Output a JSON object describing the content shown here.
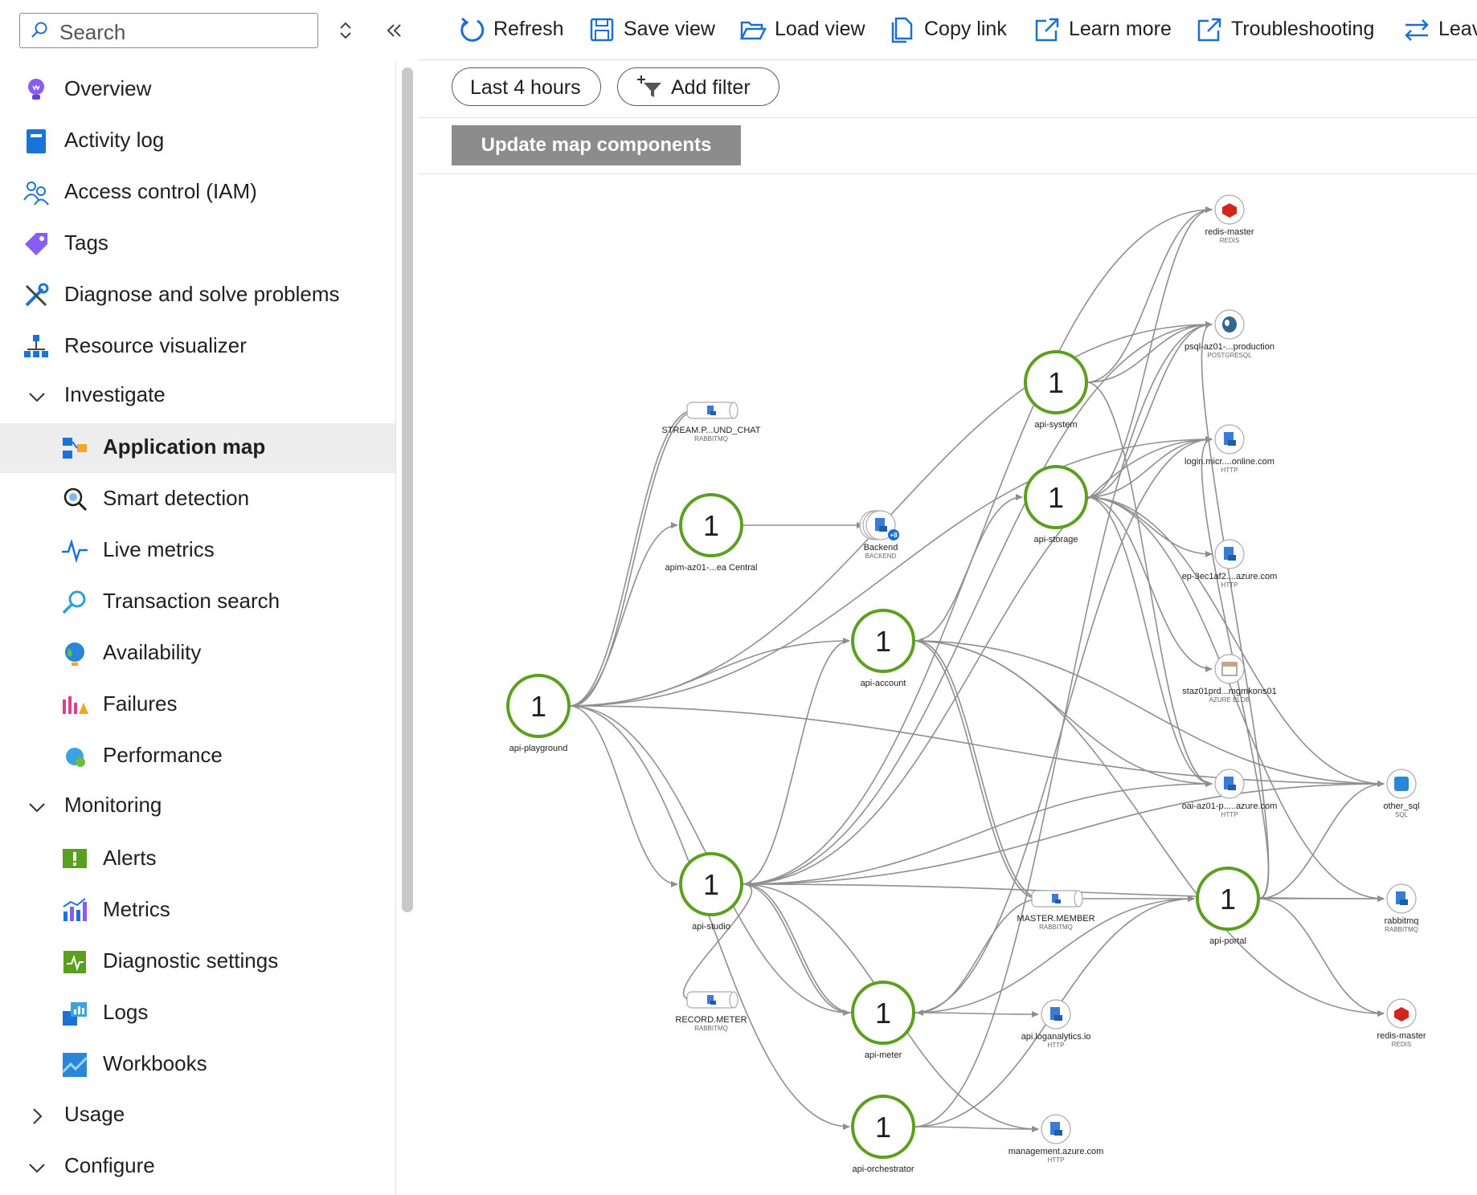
{
  "search": {
    "placeholder": "Search"
  },
  "sidebar": {
    "items": [
      {
        "label": "Overview",
        "icon": "lightbulb-icon"
      },
      {
        "label": "Activity log",
        "icon": "log-book-icon"
      },
      {
        "label": "Access control (IAM)",
        "icon": "people-icon"
      },
      {
        "label": "Tags",
        "icon": "tag-icon"
      },
      {
        "label": "Diagnose and solve problems",
        "icon": "wrench-icon"
      },
      {
        "label": "Resource visualizer",
        "icon": "hierarchy-icon"
      }
    ],
    "groups": [
      {
        "label": "Investigate",
        "expanded": true,
        "items": [
          {
            "label": "Application map",
            "icon": "app-map-icon",
            "active": true
          },
          {
            "label": "Smart detection",
            "icon": "smart-detection-icon"
          },
          {
            "label": "Live metrics",
            "icon": "pulse-icon"
          },
          {
            "label": "Transaction search",
            "icon": "search-icon"
          },
          {
            "label": "Availability",
            "icon": "globe-icon"
          },
          {
            "label": "Failures",
            "icon": "failures-icon"
          },
          {
            "label": "Performance",
            "icon": "performance-icon"
          }
        ]
      },
      {
        "label": "Monitoring",
        "expanded": true,
        "items": [
          {
            "label": "Alerts",
            "icon": "alert-icon"
          },
          {
            "label": "Metrics",
            "icon": "metrics-icon"
          },
          {
            "label": "Diagnostic settings",
            "icon": "diagnostic-icon"
          },
          {
            "label": "Logs",
            "icon": "logs-icon"
          },
          {
            "label": "Workbooks",
            "icon": "workbooks-icon"
          }
        ]
      },
      {
        "label": "Usage",
        "expanded": false,
        "items": []
      },
      {
        "label": "Configure",
        "expanded": true,
        "items": []
      }
    ]
  },
  "toolbar": {
    "buttons": [
      {
        "label": "Refresh",
        "icon": "refresh-icon"
      },
      {
        "label": "Save view",
        "icon": "save-icon"
      },
      {
        "label": "Load view",
        "icon": "folder-open-icon"
      },
      {
        "label": "Copy link",
        "icon": "copy-icon"
      },
      {
        "label": "Learn more",
        "icon": "external-link-icon"
      },
      {
        "label": "Troubleshooting",
        "icon": "external-link-icon"
      },
      {
        "label": "Leave",
        "icon": "swap-icon"
      }
    ]
  },
  "filters": {
    "time_range": "Last 4 hours",
    "add_filter": "Add filter"
  },
  "update_button": "Update map components",
  "map": {
    "colors": {
      "healthy_ring": "#5aa01e",
      "edge": "#8f8f8f",
      "redis": "#d3261a",
      "service": "#3a7bd5"
    },
    "apps": [
      {
        "id": "api-playground",
        "count": "1",
        "label": "api-playground"
      },
      {
        "id": "apim",
        "count": "1",
        "label": "apim-az01-...ea Central"
      },
      {
        "id": "api-account",
        "count": "1",
        "label": "api-account"
      },
      {
        "id": "api-system",
        "count": "1",
        "label": "api-system"
      },
      {
        "id": "api-storage",
        "count": "1",
        "label": "api-storage"
      },
      {
        "id": "api-studio",
        "count": "1",
        "label": "api-studio"
      },
      {
        "id": "api-meter",
        "count": "1",
        "label": "api-meter"
      },
      {
        "id": "api-orchestrator",
        "count": "1",
        "label": "api-orchestrator"
      },
      {
        "id": "api-portal",
        "count": "1",
        "label": "api-portal"
      }
    ],
    "dependencies": [
      {
        "id": "redis1",
        "label": "redis-master",
        "type": "REDIS",
        "icon": "redis-icon"
      },
      {
        "id": "psql",
        "label": "psql-az01-...production",
        "type": "POSTGRESQL",
        "icon": "postgresql-icon"
      },
      {
        "id": "login",
        "label": "login.micr....online.com",
        "type": "HTTP",
        "icon": "http-icon"
      },
      {
        "id": "ep",
        "label": "ep-3ec1af2....azure.com",
        "type": "HTTP",
        "icon": "http-icon"
      },
      {
        "id": "blob",
        "label": "staz01prd...mgmkons01",
        "type": "AZURE BLOB",
        "icon": "blob-icon"
      },
      {
        "id": "oai",
        "label": "oai-az01-p.....azure.com",
        "type": "HTTP",
        "icon": "http-icon"
      },
      {
        "id": "othersql",
        "label": "other_sql",
        "type": "SQL",
        "icon": "sql-icon"
      },
      {
        "id": "rabbitmq",
        "label": "rabbitmq",
        "type": "RABBITMQ",
        "icon": "rabbitmq-icon"
      },
      {
        "id": "redis2",
        "label": "redis-master",
        "type": "REDIS",
        "icon": "redis-icon"
      },
      {
        "id": "loganalytics",
        "label": "api.loganalytics.io",
        "type": "HTTP",
        "icon": "http-icon"
      },
      {
        "id": "mgmt",
        "label": "management.azure.com",
        "type": "HTTP",
        "icon": "http-icon"
      },
      {
        "id": "backend",
        "label": "Backend",
        "type": "BACKEND",
        "badge": "+8",
        "icon": "backend-icon"
      }
    ],
    "queues": [
      {
        "id": "stream",
        "label": "STREAM.P...UND_CHAT",
        "type": "RABBITMQ"
      },
      {
        "id": "master",
        "label": "MASTER.MEMBER",
        "type": "RABBITMQ"
      },
      {
        "id": "record",
        "label": "RECORD.METER",
        "type": "RABBITMQ"
      }
    ]
  }
}
